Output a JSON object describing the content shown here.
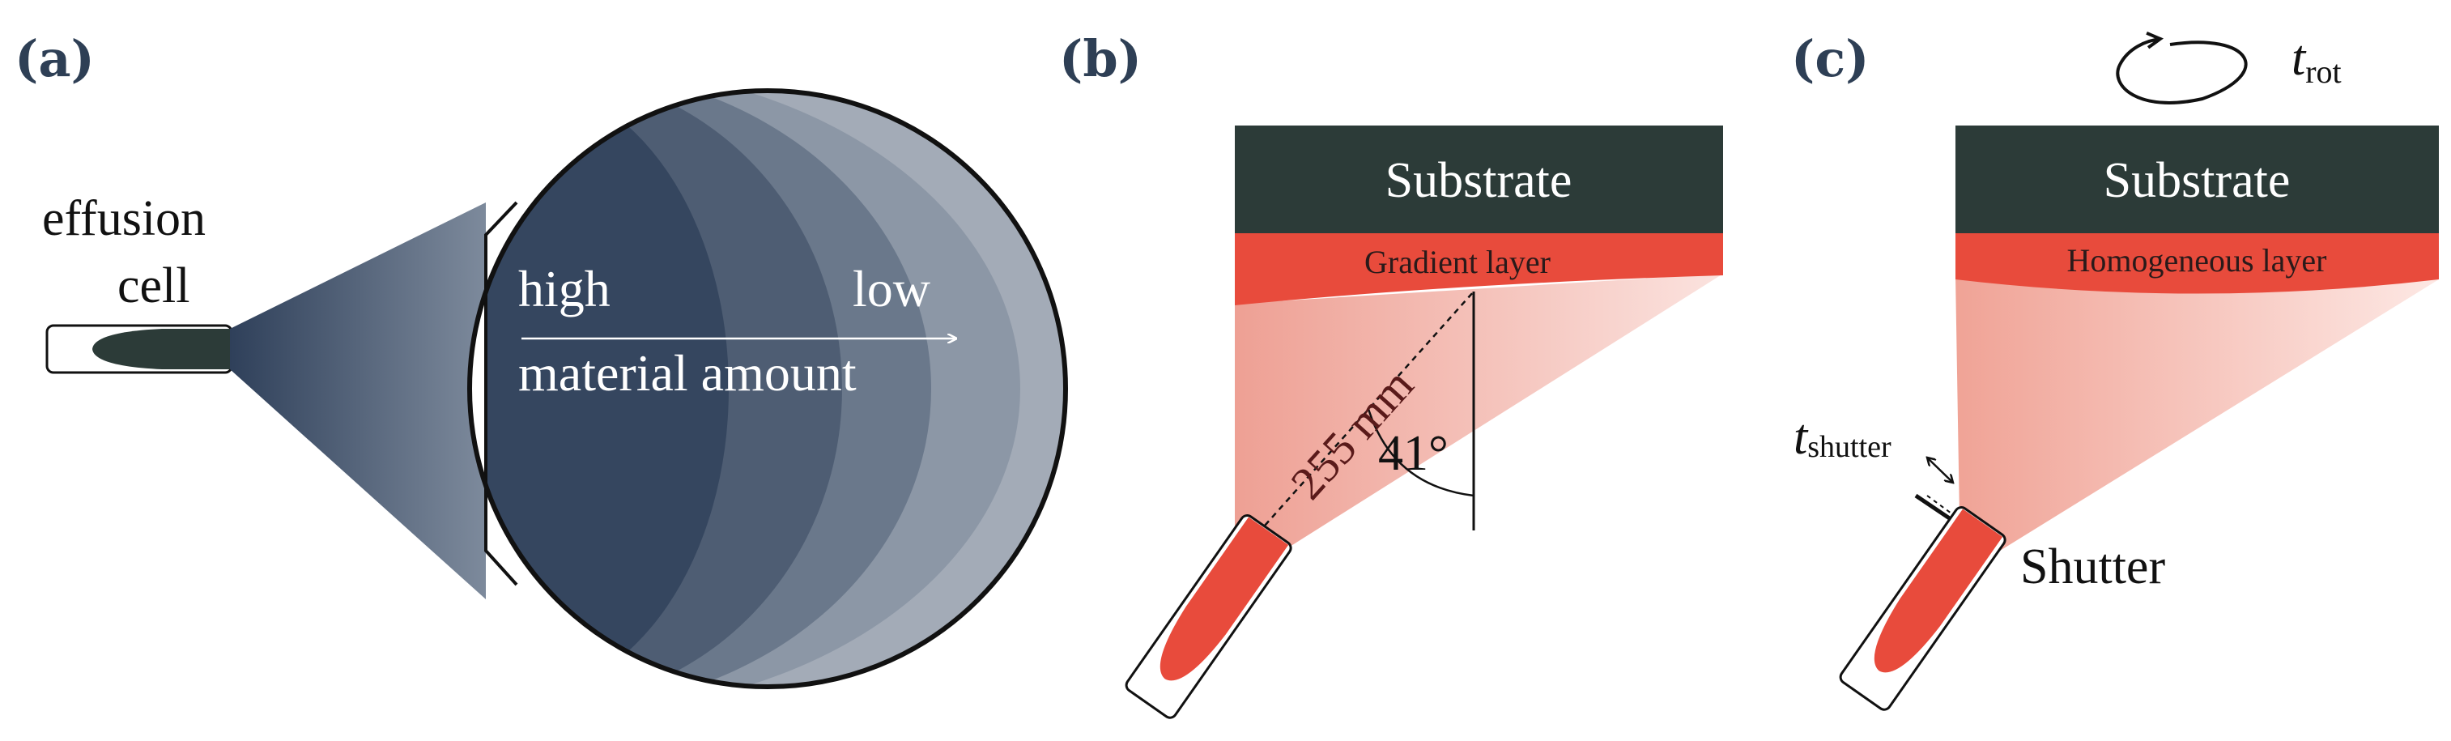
{
  "panels": {
    "a": {
      "label": "(a)",
      "cell_label_line1": "effusion",
      "cell_label_line2": "cell",
      "high": "high",
      "low": "low",
      "axis_caption": "material amount"
    },
    "b": {
      "label": "(b)",
      "substrate": "Substrate",
      "layer": "Gradient layer",
      "distance": "255 mm",
      "angle": "41°"
    },
    "c": {
      "label": "(c)",
      "substrate": "Substrate",
      "layer": "Homogeneous layer",
      "t_symbol": "t",
      "t_rot_sub": "rot",
      "t_shutter_sub": "shutter",
      "shutter": "Shutter"
    }
  },
  "colors": {
    "substrate": "#2c3b38",
    "layer": "#e84b3c",
    "plume_dark": "#2e3f55",
    "plume_light": "#f3a89c"
  }
}
